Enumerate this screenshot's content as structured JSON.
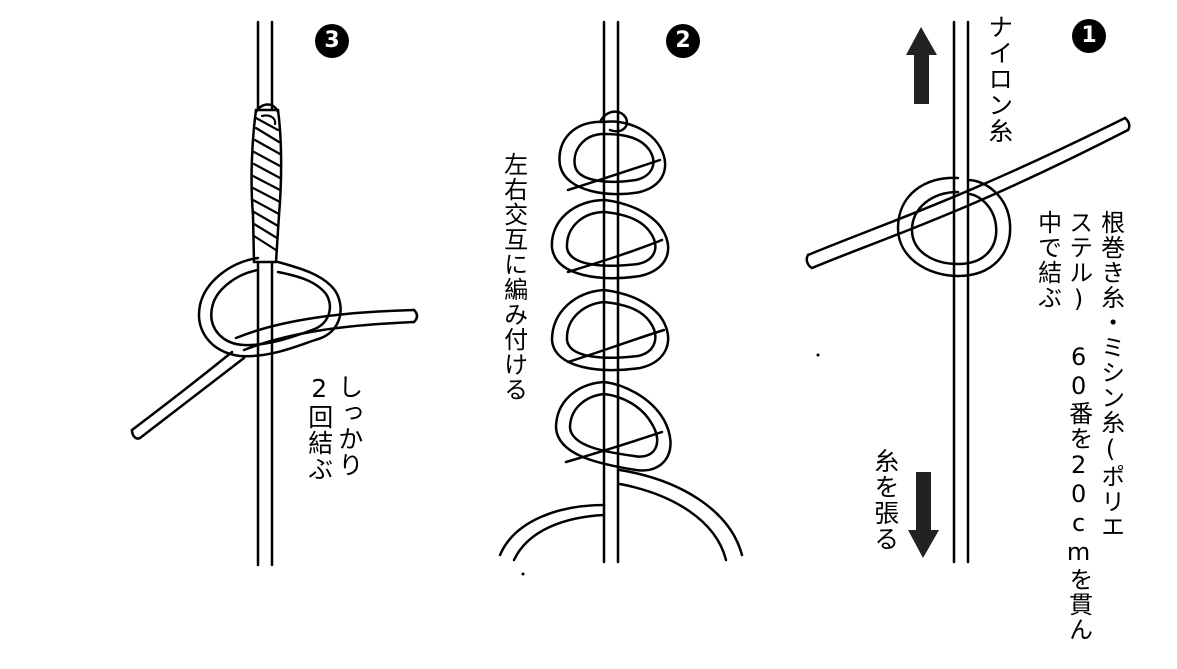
{
  "steps": {
    "step3": {
      "number": "3",
      "note_line1": "しっかり",
      "note_line2": "2回結ぶ"
    },
    "step2": {
      "number": "2",
      "note": "左右交互に編み付ける"
    },
    "step1": {
      "number": "1",
      "nylon_label": "ナイロン糸",
      "main_line1": "根巻き糸・ミシン糸(ポリエ",
      "main_line2": "ステル) 60番を20cmを貫ん",
      "main_line3": "中で結ぶ",
      "pull_label": "糸を張る"
    }
  },
  "icons": [
    "arrow-up-icon",
    "arrow-down-icon"
  ],
  "colors": {
    "line": "#000000",
    "background": "#ffffff"
  }
}
